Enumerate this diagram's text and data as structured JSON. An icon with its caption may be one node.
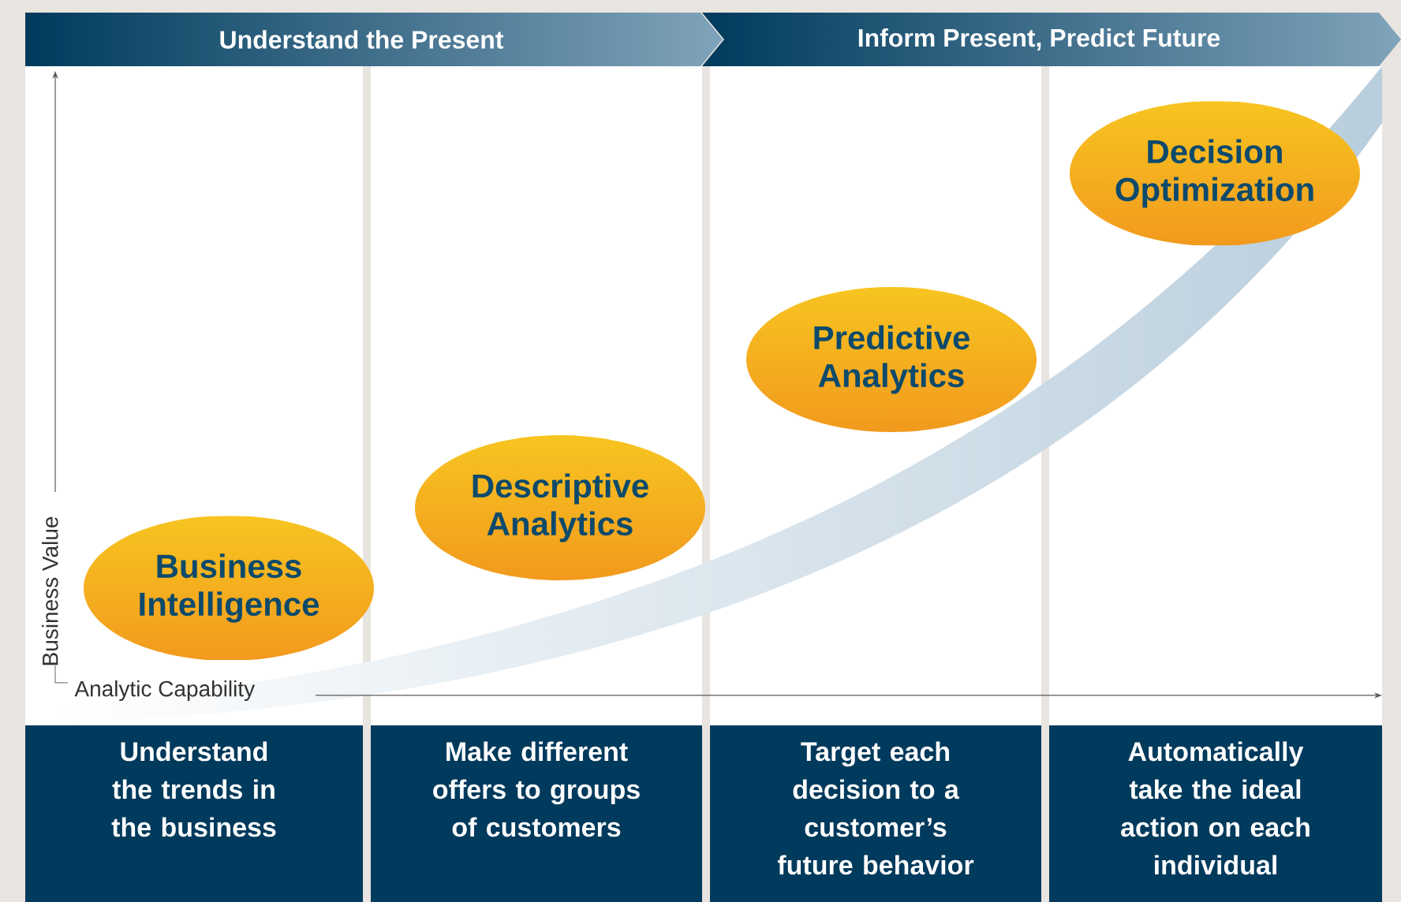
{
  "diagram": {
    "nodes": [
      {
        "text": [
          "Understand the Present"
        ]
      },
      {
        "text": [
          "Inform Present, Predict Future"
        ]
      },
      {
        "text": [
          "Business Intelligence"
        ]
      },
      {
        "text": [
          "Descriptive Analytics"
        ]
      },
      {
        "text": [
          "Predictive Analytics"
        ]
      },
      {
        "text": [
          "Decision Optimization"
        ]
      },
      {
        "text": [
          "Understand the trends in the business"
        ]
      },
      {
        "text": [
          "Make different offers to groups of customers"
        ]
      },
      {
        "text": [
          "Target each decision to a customer’s future behavior"
        ]
      },
      {
        "text": [
          "Automatically take the ideal action on each individual"
        ]
      }
    ],
    "labels": [
      "Business Value",
      "Analytic Capability"
    ]
  }
}
